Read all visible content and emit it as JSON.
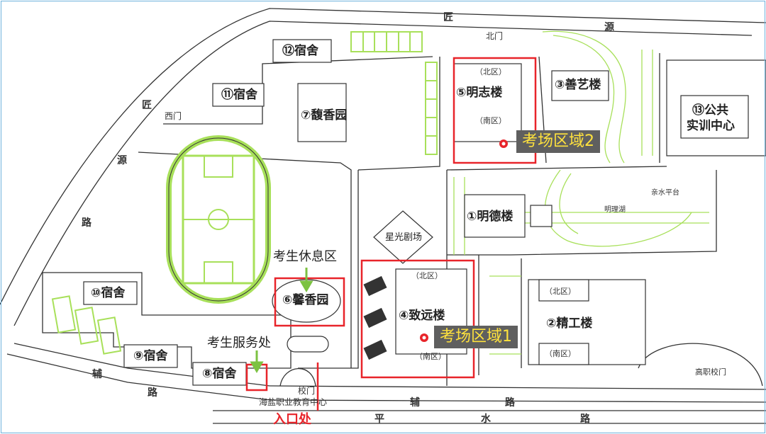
{
  "buildings": {
    "b12": "⑫宿舍",
    "b11": "⑪宿舍",
    "b10": "⑩宿舍",
    "b9": "⑨宿舍",
    "b8": "⑧宿舍",
    "b7": "⑦馥香园",
    "b6": "⑥馨香园",
    "b5": "⑤明志楼",
    "b4": "④致远楼",
    "b3": "③善艺楼",
    "b2": "②精工楼",
    "b1": "①明德楼",
    "b13_line1": "⑬公共",
    "b13_line2": "实训中心",
    "theater": "星光剧场"
  },
  "sub_areas": {
    "north": "（北区）",
    "south": "（南区）"
  },
  "places": {
    "lake": "明理湖",
    "pavilion": "亲水平台",
    "north_gate": "北门",
    "west_gate": "西门",
    "school_gate": "校门",
    "vocational_gate": "高职校门",
    "school_name": "海盐职业教育中心"
  },
  "roads": {
    "jiangyuan_1": "匠",
    "jiangyuan_2": "源",
    "west_1": "匠",
    "west_2": "源",
    "west_3": "路",
    "fu_1": "辅",
    "fu_2": "路",
    "fu_3": "辅",
    "fu_4": "路",
    "ping_1": "平",
    "ping_2": "水",
    "ping_3": "路"
  },
  "annotations": {
    "rest_area": "考生休息区",
    "service": "考生服务处",
    "entrance": "入口处",
    "zone1": "考场区域1",
    "zone2": "考场区域2"
  },
  "colors": {
    "highlight": "#e8242a",
    "zone_label_bg": "#5f5f5f",
    "zone_label_text": "#ffe23d",
    "field_green": "#a8e05a",
    "arrow_green": "#7cc242",
    "border": "#6fb3dd"
  },
  "icons": [
    "flag-marker-icon",
    "arrow-down-icon"
  ]
}
